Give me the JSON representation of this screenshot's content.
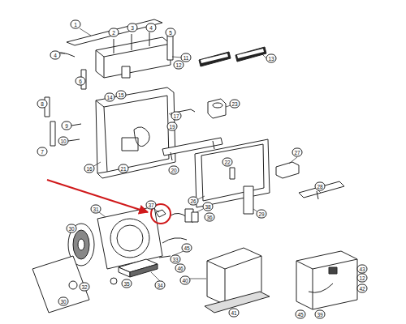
{
  "diagram": {
    "labels": [
      "1",
      "4",
      "2",
      "3",
      "4",
      "5",
      "11",
      "12",
      "13",
      "6",
      "8",
      "14",
      "15",
      "17",
      "23",
      "9",
      "10",
      "7",
      "16",
      "19",
      "21",
      "20",
      "22",
      "27",
      "28",
      "26",
      "29",
      "37",
      "38",
      "36",
      "31",
      "30",
      "45",
      "33",
      "46",
      "32",
      "35",
      "34",
      "30",
      "40",
      "41",
      "43",
      "12",
      "42",
      "45",
      "39"
    ]
  }
}
